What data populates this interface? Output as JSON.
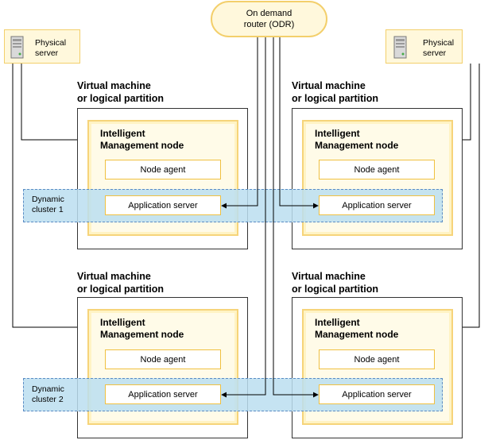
{
  "odr": {
    "line1": "On demand",
    "line2": "router (ODR)"
  },
  "servers": [
    {
      "line1": "Physical",
      "line2": "server"
    },
    {
      "line1": "Physical",
      "line2": "server"
    }
  ],
  "vm_title": {
    "line1": "Virtual machine",
    "line2": "or logical partition"
  },
  "node_title": {
    "line1": "Intelligent",
    "line2": "Management node"
  },
  "node_agent": "Node agent",
  "app_server": "Application server",
  "clusters": [
    {
      "line1": "Dynamic",
      "line2": "cluster 1"
    },
    {
      "line1": "Dynamic",
      "line2": "cluster 2"
    }
  ],
  "colors": {
    "node_fill": "#fffbe8",
    "node_border": "#f6d47a",
    "cluster_fill": "#bbdef0",
    "cluster_border": "#5b8cc4"
  },
  "icons": {
    "server": "server-tower-icon"
  }
}
